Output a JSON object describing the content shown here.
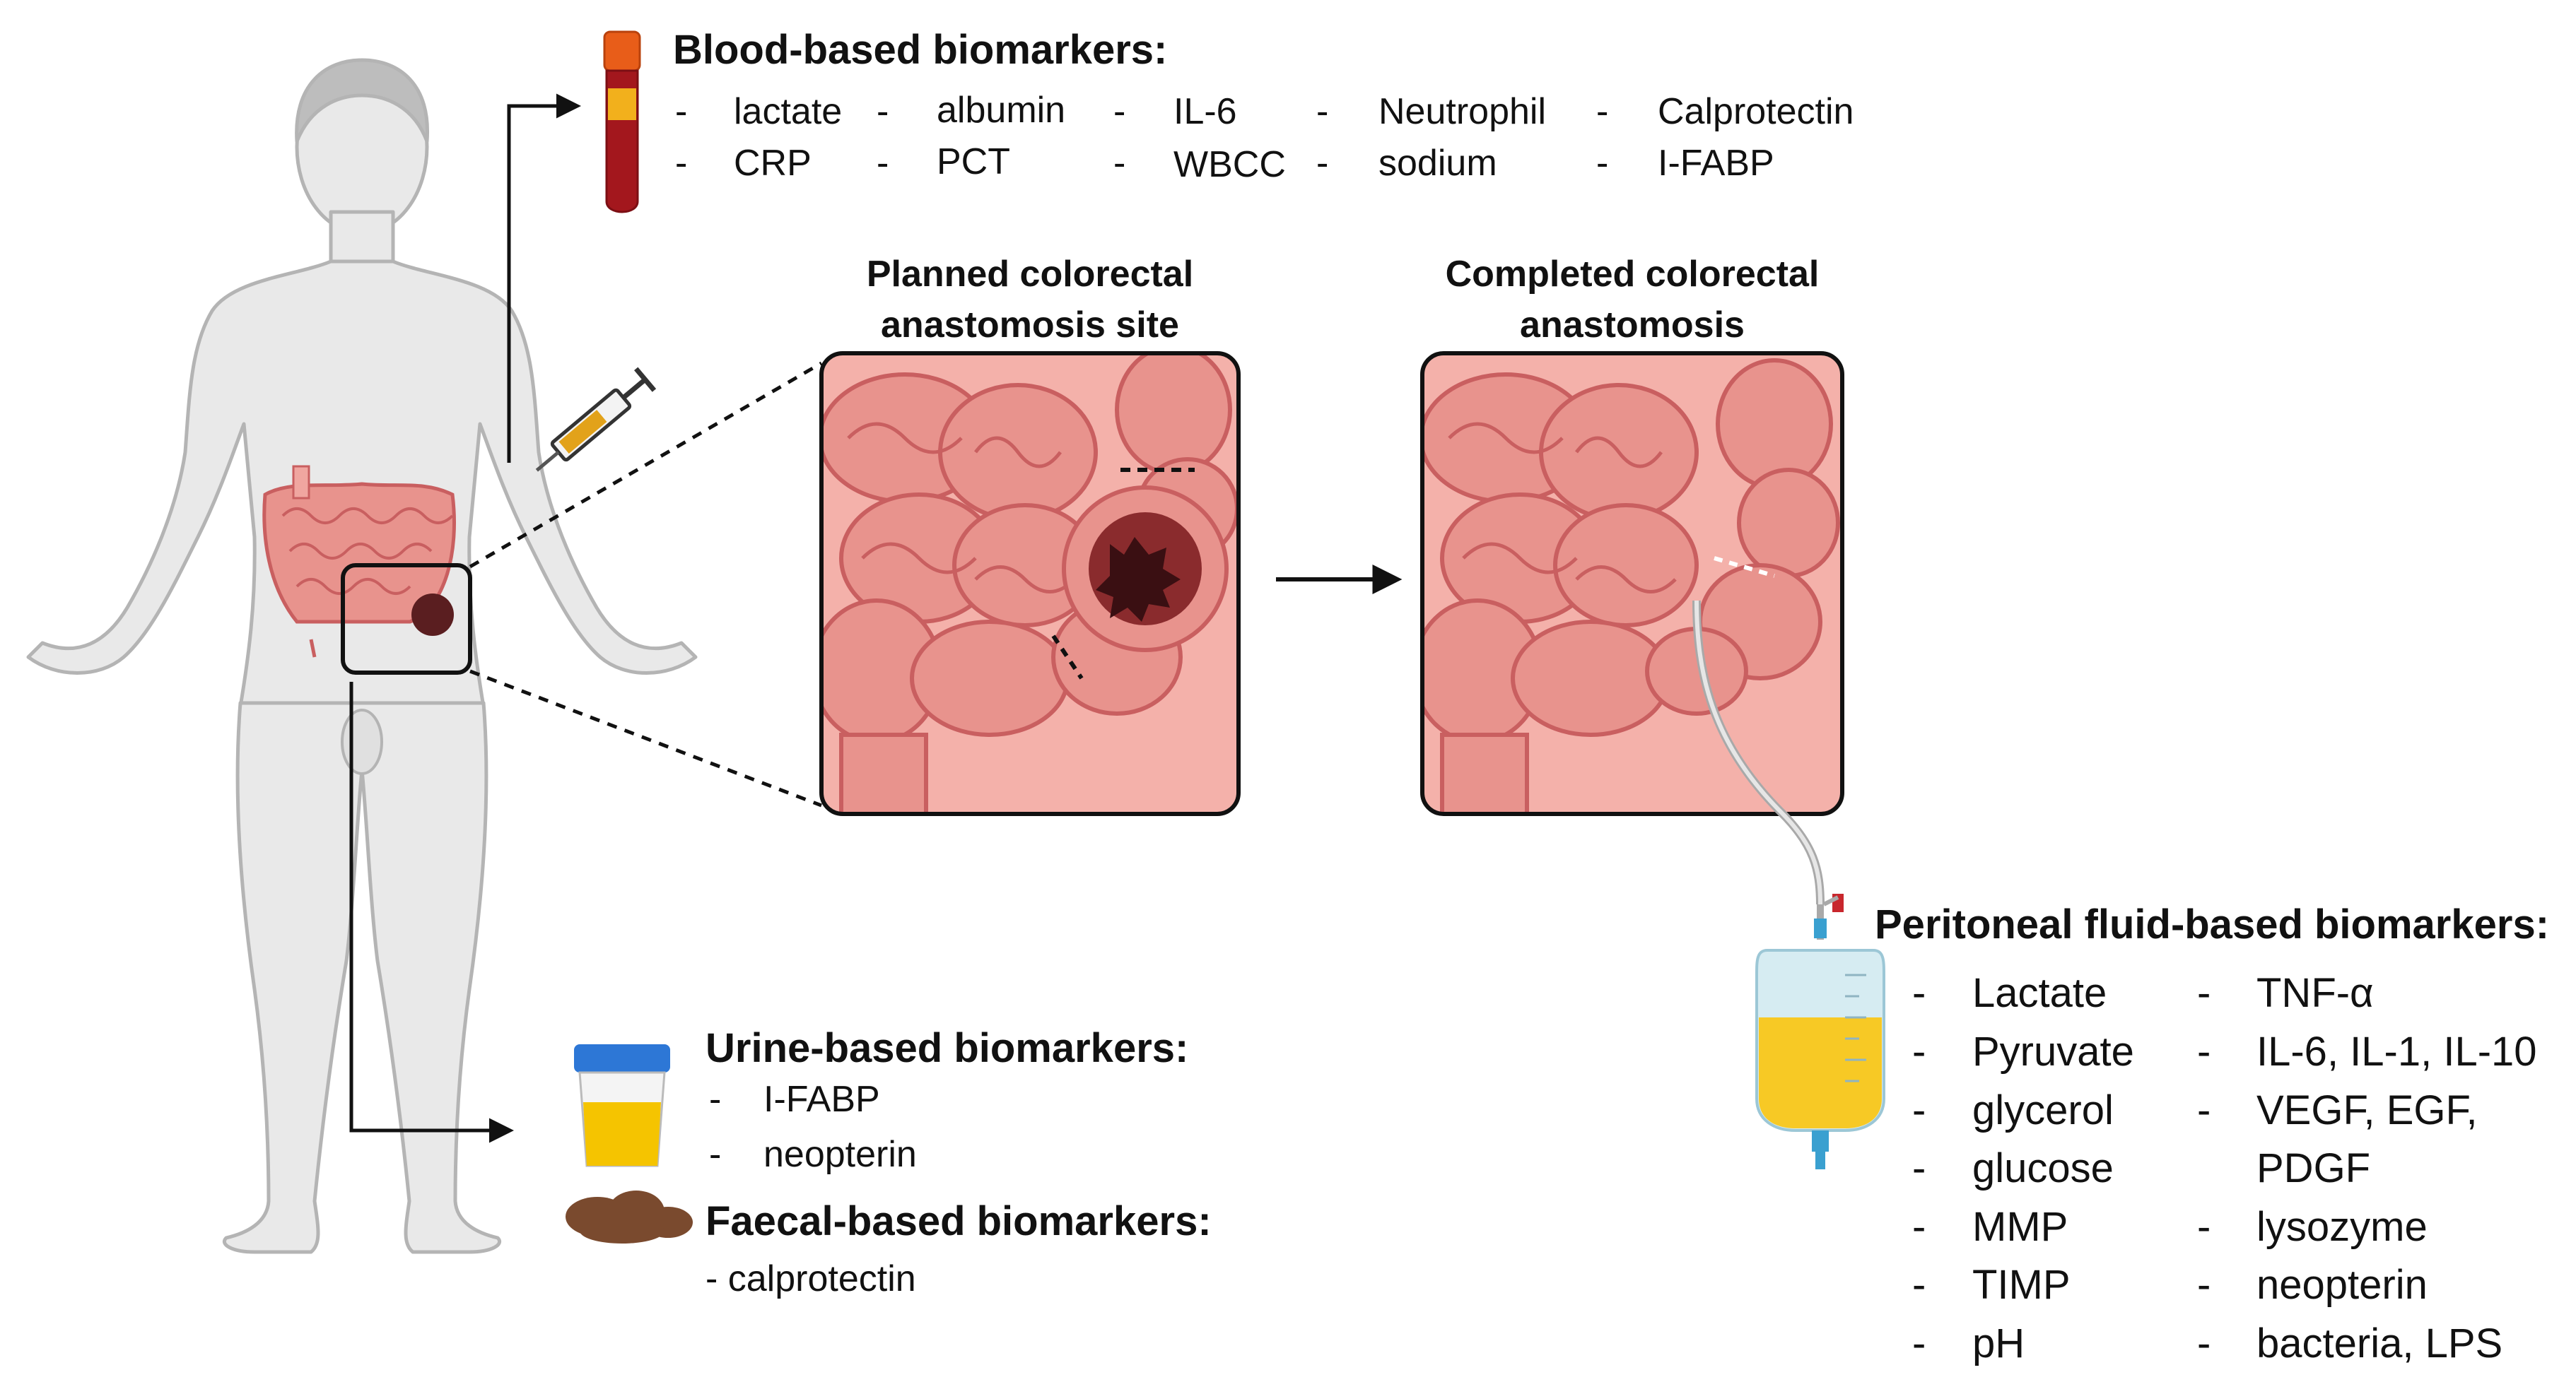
{
  "blood": {
    "title": "Blood-based biomarkers:",
    "items": [
      "lactate",
      "albumin",
      "IL-6",
      "Neutrophil",
      "Calprotectin",
      "CRP",
      "PCT",
      "WBCC",
      "sodium",
      "I-FABP"
    ]
  },
  "planned": {
    "line1": "Planned colorectal",
    "line2": "anastomosis site"
  },
  "completed": {
    "line1": "Completed colorectal",
    "line2": "anastomosis"
  },
  "urine": {
    "title": "Urine-based biomarkers:",
    "items": [
      "I-FABP",
      "neopterin"
    ]
  },
  "faecal": {
    "title": "Faecal-based biomarkers:",
    "items": [
      "- calprotectin"
    ]
  },
  "peritoneal": {
    "title": "Peritoneal fluid-based biomarkers:",
    "col1": [
      "Lactate",
      "Pyruvate",
      "glycerol",
      "glucose",
      "MMP",
      "TIMP",
      "pH"
    ],
    "col2": [
      "TNF-α",
      "IL-6, IL-1, IL-10",
      "VEGF, EGF,",
      "PDGF",
      "lysozyme",
      "neopterin",
      "bacteria, LPS"
    ]
  },
  "dash": "-",
  "colors": {
    "skin": "#e9e9e9",
    "skin_outline": "#b4b4b4",
    "intestine": "#e8938d",
    "intestine_dark": "#c95f60",
    "tumor": "#5a1e20",
    "blood": "#a3171d",
    "serum": "#f2b01c",
    "cap_orange": "#e85d19",
    "urine_cap": "#2d77d6",
    "urine": "#f5c400",
    "feces": "#7a4a2e",
    "bag_fluid": "#f7c925",
    "bag_shell": "#d6ecf2",
    "tube_blue": "#3aa0d0",
    "tube_red": "#c8272d"
  }
}
